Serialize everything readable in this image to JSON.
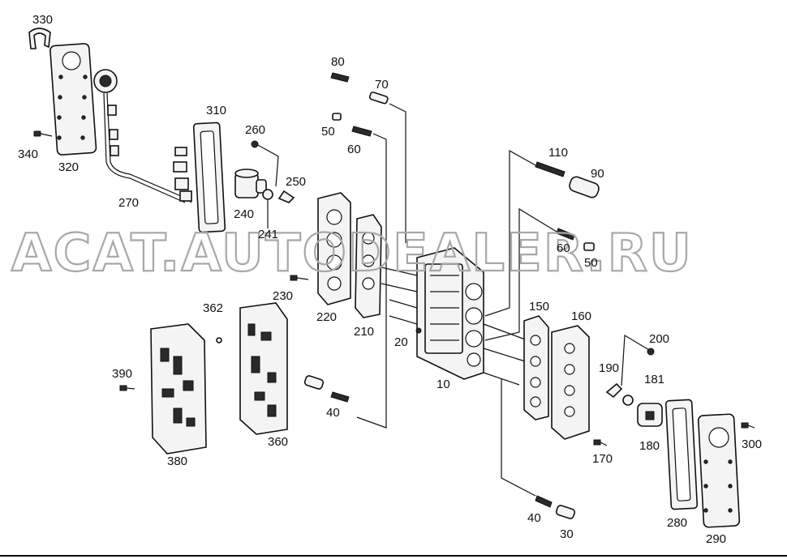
{
  "watermark": "ACAT.AUTODEALER.RU",
  "callouts": {
    "c330": "330",
    "c320": "320",
    "c340": "340",
    "c270": "270",
    "c310": "310",
    "c260": "260",
    "c250": "250",
    "c240": "240",
    "c241": "241",
    "c230": "230",
    "c220": "220",
    "c210": "210",
    "c80": "80",
    "c70": "70",
    "c50a": "50",
    "c60a": "60",
    "c110": "110",
    "c90": "90",
    "c60b": "60",
    "c50b": "50",
    "c20": "20",
    "c10": "10",
    "c150": "150",
    "c160": "160",
    "c200": "200",
    "c190": "190",
    "c181": "181",
    "c180": "180",
    "c170": "170",
    "c362": "362",
    "c390": "390",
    "c380": "380",
    "c360": "360",
    "c40a": "40",
    "c40b": "40",
    "c30": "30",
    "c280": "280",
    "c290": "290",
    "c300": "300"
  }
}
